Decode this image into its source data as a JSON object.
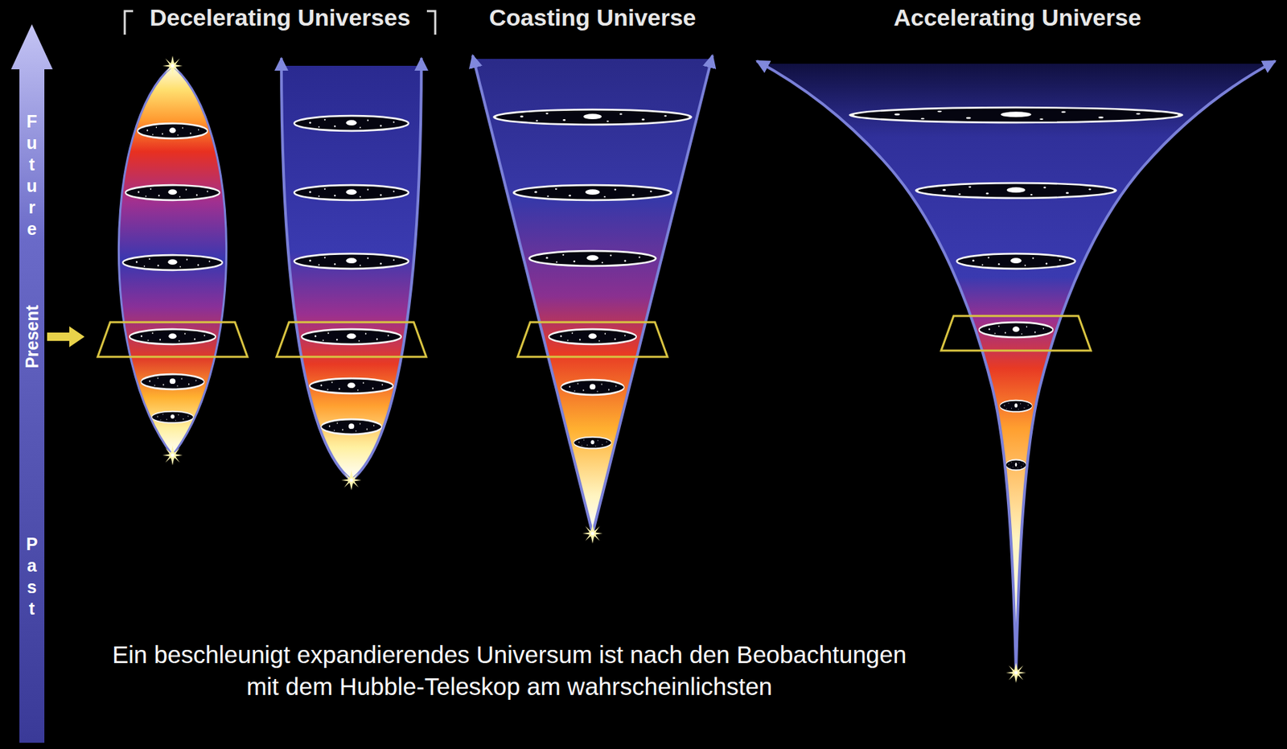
{
  "diagram": {
    "caption": "Ein beschleunigt expandierendes Universum ist nach den Beobachtungen mit dem Hubble-Teleskop am wahrscheinlichsten",
    "labels": [
      "Decelerating Universes",
      "Coasting Universe",
      "Accelerating Universe",
      "Future",
      "Present",
      "Past"
    ]
  }
}
